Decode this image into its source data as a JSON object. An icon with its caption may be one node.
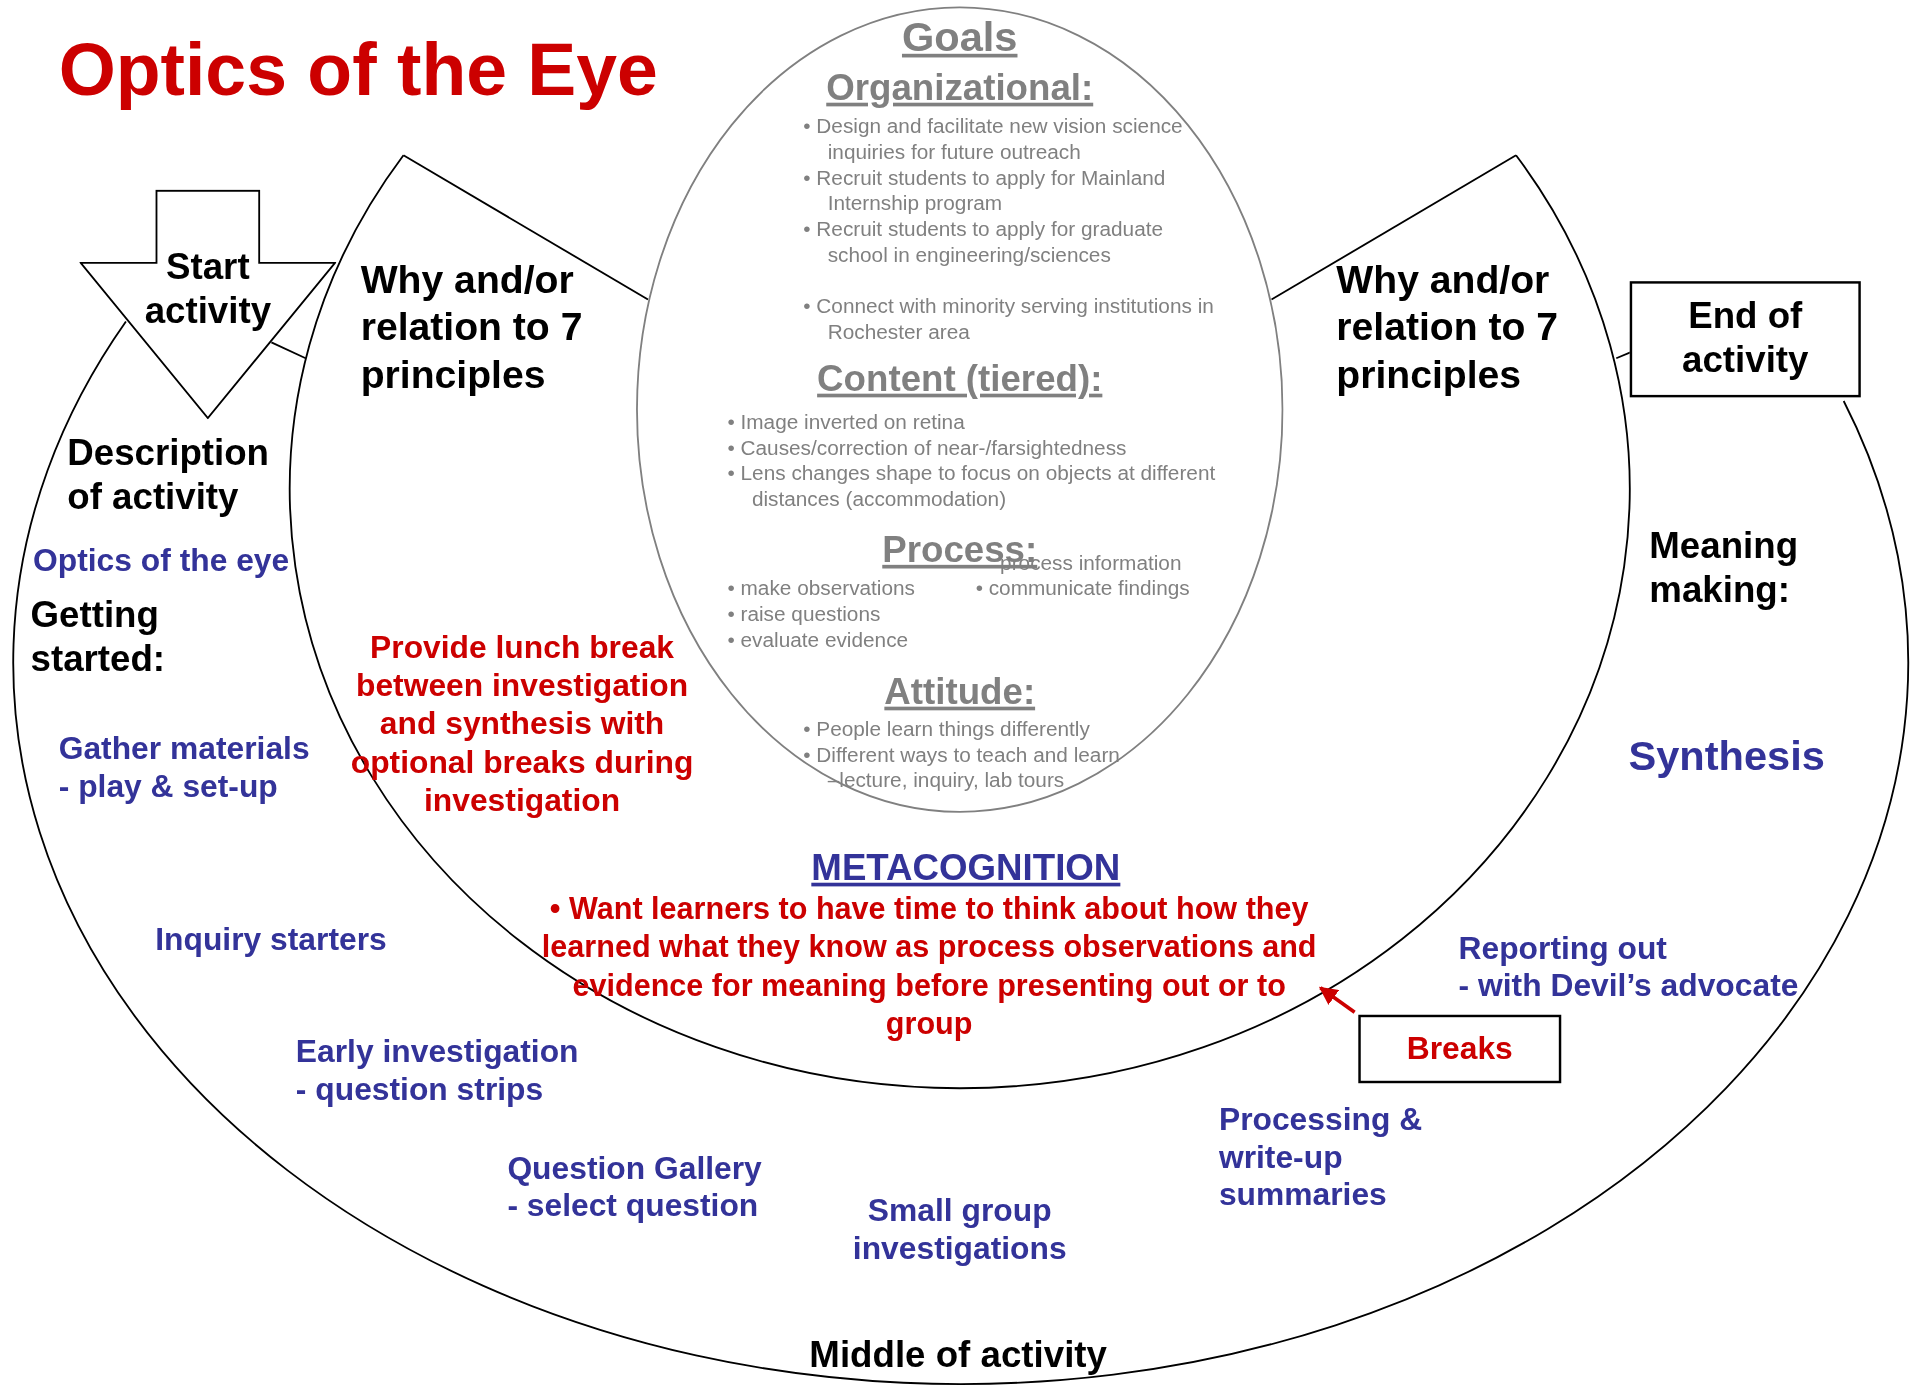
{
  "diagram": {
    "title": "Optics of the Eye",
    "nodes": [
      {
        "text": [
          "Goals",
          "Organizational:",
          "• Design and facilitate new vision science inquiries for future outreach",
          "• Recruit students to apply for Mainland Internship program",
          "• Recruit students to apply for graduate school in engineering/sciences",
          "• Connect with minority serving institutions in Rochester area",
          "Content (tiered):",
          "• Image inverted on retina",
          "• Causes/correction of near-/farsightedness",
          "• Lens changes shape to focus on objects at different distances (accommodation)",
          "Process:",
          "• make observations",
          "• raise questions",
          "• evaluate evidence",
          "process information",
          "• communicate findings",
          "Attitude:",
          "• People learn things differently",
          "• Different ways to teach and learn –lecture, inquiry, lab tours"
        ]
      },
      {
        "text": [
          "Start activity"
        ]
      },
      {
        "text": [
          "End of activity"
        ]
      },
      {
        "text": [
          "Breaks"
        ]
      },
      {
        "text": [
          "METACOGNITION",
          "• Want learners to have time to think about how they learned what they know as process observations and evidence for meaning before presenting out or to group"
        ]
      }
    ],
    "edges": [
      {
        "from": 3,
        "to": 4,
        "arrow": "to",
        "color": "#cc0000"
      }
    ],
    "labels": [
      "Why and/or relation to 7 principles",
      "Why and/or relation to 7 principles",
      "Description of activity",
      "Optics of the eye",
      "Meaning making:",
      "Getting started:",
      "Provide lunch break between investigation and synthesis with optional breaks during investigation",
      "Synthesis",
      "Gather materials - play & set-up",
      "Inquiry starters",
      "Reporting out - with Devil’s advocate",
      "Early investigation - question strips",
      "Processing & write-up summaries",
      "Question Gallery - select question",
      "Small group investigations",
      "Middle of activity"
    ]
  }
}
